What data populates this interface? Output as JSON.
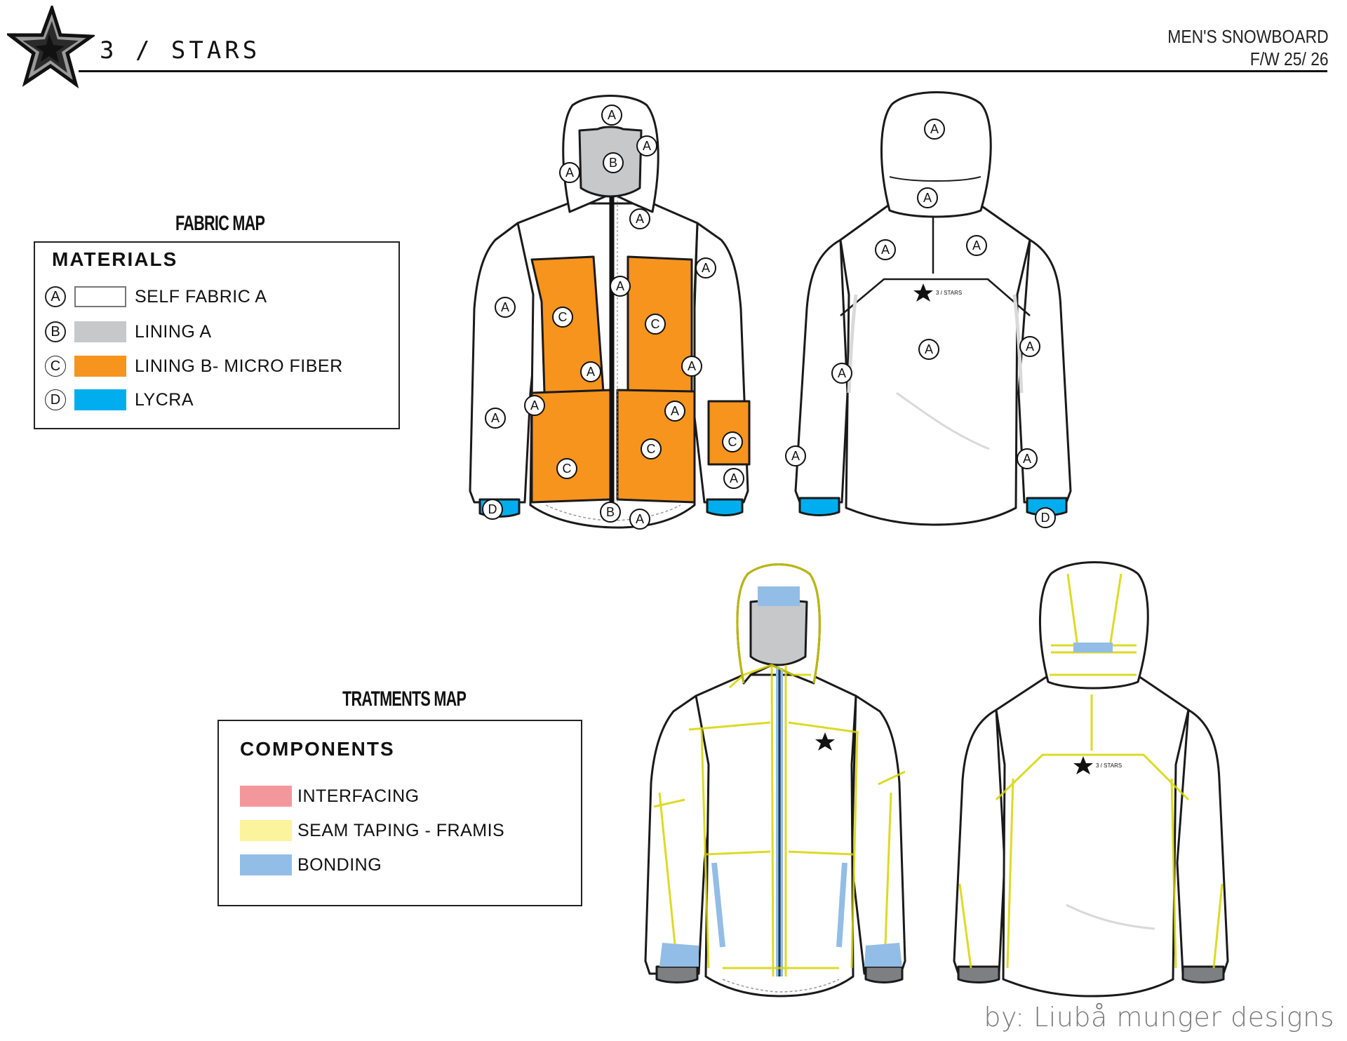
{
  "header": {
    "brand": "3 / STARS",
    "collection_line1": "MEN'S SNOWBOARD",
    "collection_line2": "F/W 25/ 26"
  },
  "fabric_map": {
    "title": "FABRIC MAP",
    "heading": "MATERIALS",
    "items": [
      {
        "code": "A",
        "label": "SELF FABRIC A",
        "color": "#ffffff"
      },
      {
        "code": "B",
        "label": "LINING A",
        "color": "#c7c8ca"
      },
      {
        "code": "C",
        "label": "LINING B- MICRO FIBER",
        "color": "#f7941d"
      },
      {
        "code": "D",
        "label": "LYCRA",
        "color": "#00aeef"
      }
    ]
  },
  "treatments_map": {
    "title": "TRATMENTS MAP",
    "heading": "COMPONENTS",
    "items": [
      {
        "label": "INTERFACING",
        "color": "#f4979c"
      },
      {
        "label": "SEAM TAPING - FRAMIS",
        "color": "#fbf49c"
      },
      {
        "label": "BONDING",
        "color": "#92bde6"
      }
    ]
  },
  "callouts": {
    "self_fabric": "A",
    "lining_a": "B",
    "lining_b": "C",
    "lycra": "D"
  },
  "chest_logo": "3 / STARS",
  "credit": "by: Liubå munger designs",
  "colors": {
    "outline": "#1a1a1a",
    "jacket_fill": "#ffffff",
    "shading": "#d9d9d9",
    "cuff_grey": "#7d7f82",
    "tape_outline": "#d8d400"
  }
}
